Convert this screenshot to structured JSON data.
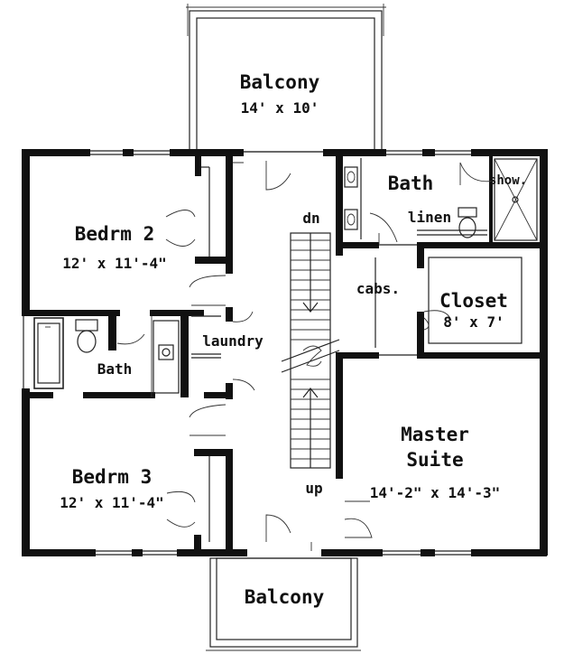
{
  "rooms": {
    "balcony_top": {
      "name": "Balcony",
      "size": "14' x 10'"
    },
    "bedroom2": {
      "name": "Bedrm 2",
      "size": "12' x 11'-4\""
    },
    "bath_upper": {
      "name": "Bath"
    },
    "shower": {
      "name": "show."
    },
    "linen": {
      "name": "linen"
    },
    "cabinets": {
      "name": "cabs."
    },
    "closet": {
      "name": "Closet",
      "size": "8' x 7'"
    },
    "laundry": {
      "name": "laundry"
    },
    "bath_left": {
      "name": "Bath"
    },
    "stair_down": {
      "name": "dn"
    },
    "stair_up": {
      "name": "up"
    },
    "master": {
      "name_line1": "Master",
      "name_line2": "Suite",
      "size": "14'-2\" x 14'-3\""
    },
    "bedroom3": {
      "name": "Bedrm 3",
      "size": "12' x 11'-4\""
    },
    "balcony_bottom": {
      "name": "Balcony"
    }
  }
}
